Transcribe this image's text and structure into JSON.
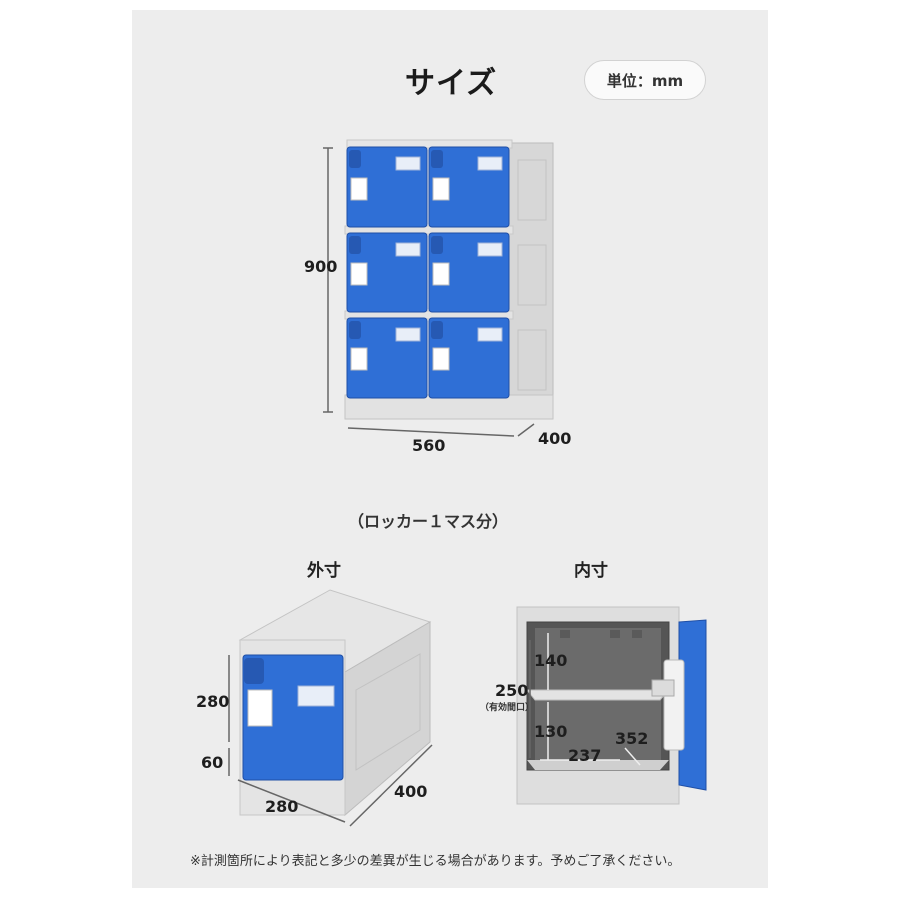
{
  "header": {
    "title": "サイズ",
    "unit": "単位：mm"
  },
  "top_diagram": {
    "height_label": "900",
    "width_label": "560",
    "depth_label": "400"
  },
  "subtitle": "（ロッカー１マス分）",
  "outer": {
    "label": "外寸",
    "height_label": "280",
    "base_label": "60",
    "width_label": "280",
    "depth_label": "400"
  },
  "inner": {
    "label": "内寸",
    "upper_label": "140",
    "opening_label": "250",
    "opening_note": "（有効間口）",
    "lower_label": "130",
    "width_label": "237",
    "depth_label": "352"
  },
  "footnote": "※計測箇所により表記と多少の差異が生じる場合があります。予めご了承ください。",
  "colors": {
    "locker_blue": "#2f6fd6",
    "locker_gray": "#dcdcdc",
    "background": "#ededed"
  }
}
